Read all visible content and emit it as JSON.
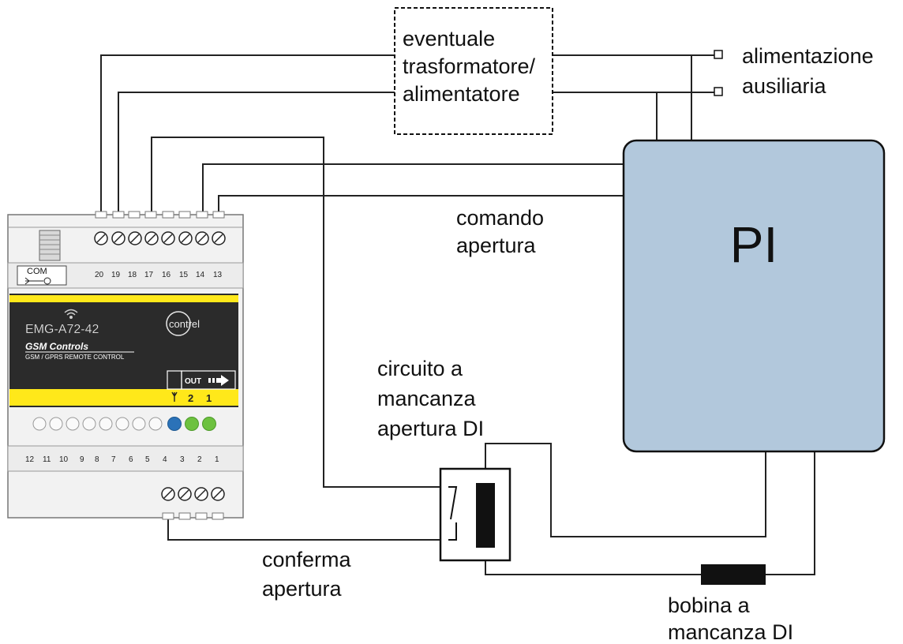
{
  "labels": {
    "transformer": [
      "eventuale",
      "trasformatore/",
      "alimentatore"
    ],
    "aux_power": [
      "alimentazione",
      "ausiliaria"
    ],
    "pi_box": "PI",
    "open_command": [
      "comando",
      "apertura"
    ],
    "undervoltage_circuit": [
      "circuito a",
      "mancanza",
      "apertura DI"
    ],
    "open_confirm": [
      "conferma",
      "apertura"
    ],
    "undervoltage_coil": [
      "bobina a",
      "mancanza DI"
    ]
  },
  "device": {
    "com_label": "COM",
    "model": "EMG-A72-42",
    "brand": "contrel",
    "product_line": "GSM Controls",
    "subtitle": "GSM / GPRS  REMOTE CONTROL",
    "out_label": "OUT",
    "out_numbers": [
      "2",
      "1"
    ],
    "top_terminals": [
      "20",
      "19",
      "18",
      "17",
      "16",
      "15",
      "14",
      "13"
    ],
    "bottom_terminals": [
      "12",
      "11",
      "10",
      "9",
      "8",
      "7",
      "6",
      "5",
      "4",
      "3",
      "2",
      "1"
    ]
  },
  "colors": {
    "pi_fill": "#b2c8dc",
    "band_yellow": "#ffe81a",
    "panel_dark": "#2b2b2b",
    "led_blue": "#2b72b8",
    "led_green": "#6dc13f",
    "device_body": "#f2f2f2"
  }
}
